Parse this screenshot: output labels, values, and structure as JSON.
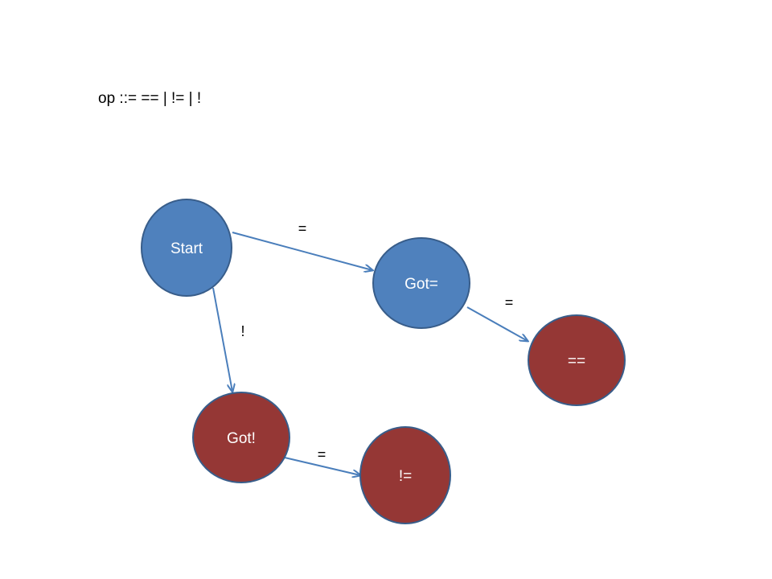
{
  "grammar_text": "op ::= == | != | !",
  "colors": {
    "intermediate_fill": "#4f81bd",
    "intermediate_stroke": "#385d8a",
    "accepting_fill": "#953735",
    "accepting_stroke": "#385d8a",
    "edge": "#4a7ebb"
  },
  "states": [
    {
      "id": "start",
      "label": "Start",
      "kind": "intermediate"
    },
    {
      "id": "got-eq",
      "label": "Got=",
      "kind": "intermediate"
    },
    {
      "id": "eqeq",
      "label": "==",
      "kind": "accepting"
    },
    {
      "id": "got-bang",
      "label": "Got!",
      "kind": "accepting"
    },
    {
      "id": "neq",
      "label": "!=",
      "kind": "accepting"
    }
  ],
  "transitions": [
    {
      "from": "start",
      "to": "got-eq",
      "label": "="
    },
    {
      "from": "got-eq",
      "to": "eqeq",
      "label": "="
    },
    {
      "from": "start",
      "to": "got-bang",
      "label": "!"
    },
    {
      "from": "got-bang",
      "to": "neq",
      "label": "="
    }
  ]
}
